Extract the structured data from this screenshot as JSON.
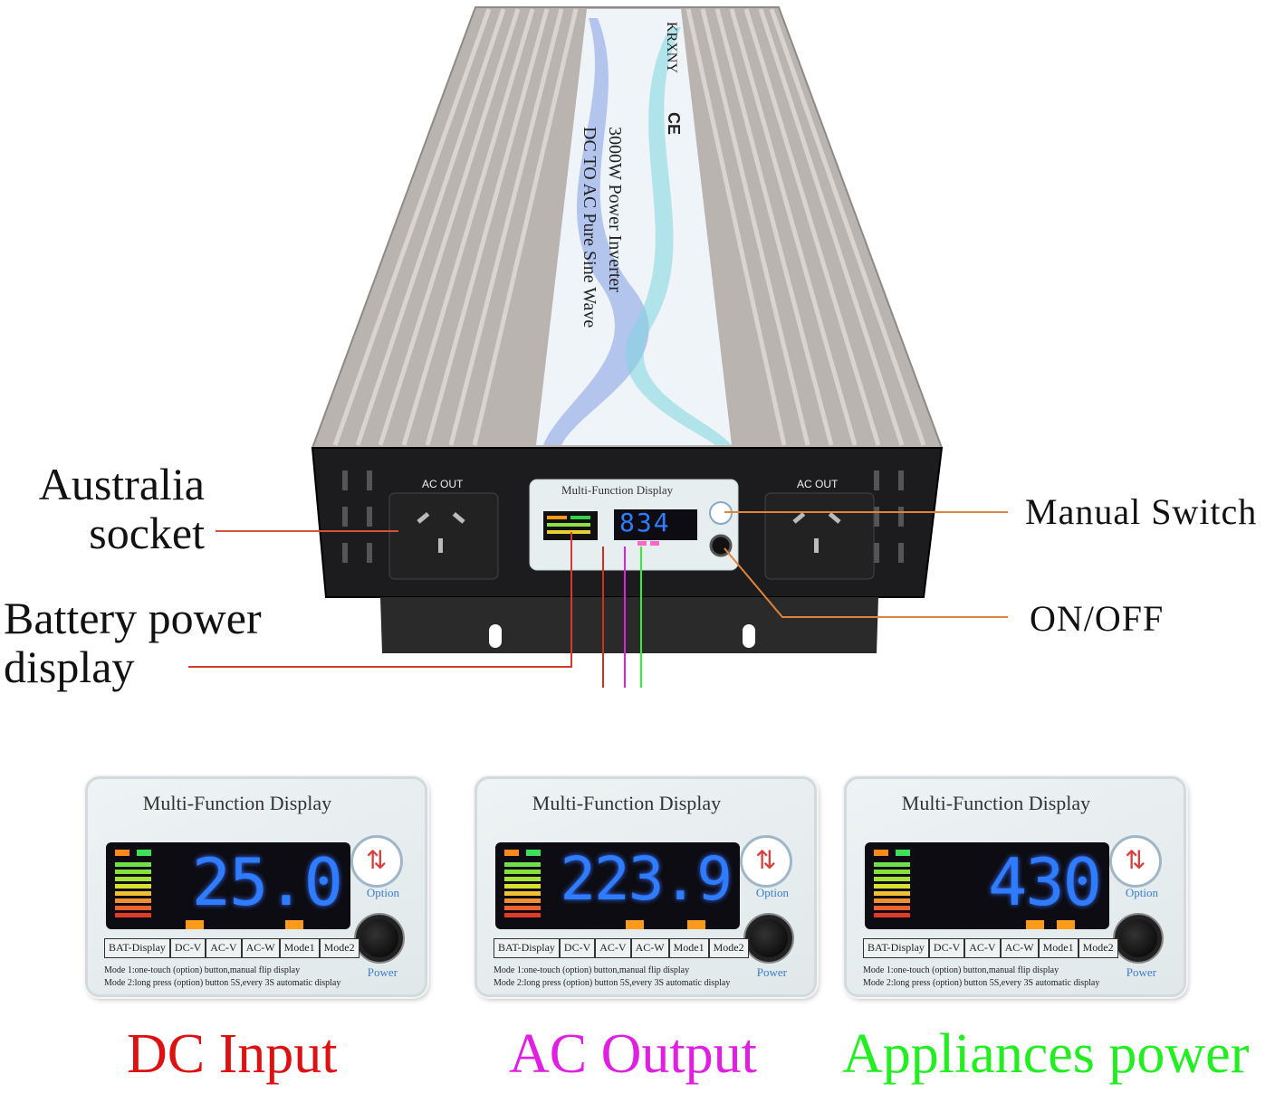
{
  "device": {
    "brand": "KRXNY",
    "cert": "CE",
    "model_line1": "3000W Power Inverter",
    "model_line2": "DC TO AC Pure Sine Wave",
    "ac_out_left": "AC OUT",
    "ac_out_right": "AC OUT",
    "front_display_title": "Multi-Function Display",
    "front_display_value": "834"
  },
  "labels": {
    "australia_line1": "Australia",
    "australia_line2": "socket",
    "battery_line1": "Battery power",
    "battery_line2": "display",
    "manual_switch": "Manual Switch",
    "on_off": "ON/OFF"
  },
  "panels": [
    {
      "title": "Multi-Function Display",
      "value": "25.0",
      "caption": "DC Input",
      "caption_color": "#dd1111"
    },
    {
      "title": "Multi-Function Display",
      "value": "223.9",
      "caption": "AC Output",
      "caption_color": "#e020e0"
    },
    {
      "title": "Multi-Function Display",
      "value": "430",
      "caption": "Appliances power",
      "caption_color": "#22ee22"
    }
  ],
  "panel_common": {
    "modes": [
      "BAT-Display",
      "DC-V",
      "AC-V",
      "AC-W",
      "Mode1",
      "Mode2"
    ],
    "note1": "Mode 1:one-touch (option) button,manual flip display",
    "note2": "Mode 2:long press (option) button 5S,every 3S automatic display",
    "option_label": "Option",
    "power_label": "Power"
  },
  "colors": {
    "callout_orange": "#e0843a",
    "dc_line": "#d03020",
    "ac_line": "#e020e0",
    "appliance_line": "#33ee33",
    "battery_line": "#d83a2a"
  }
}
